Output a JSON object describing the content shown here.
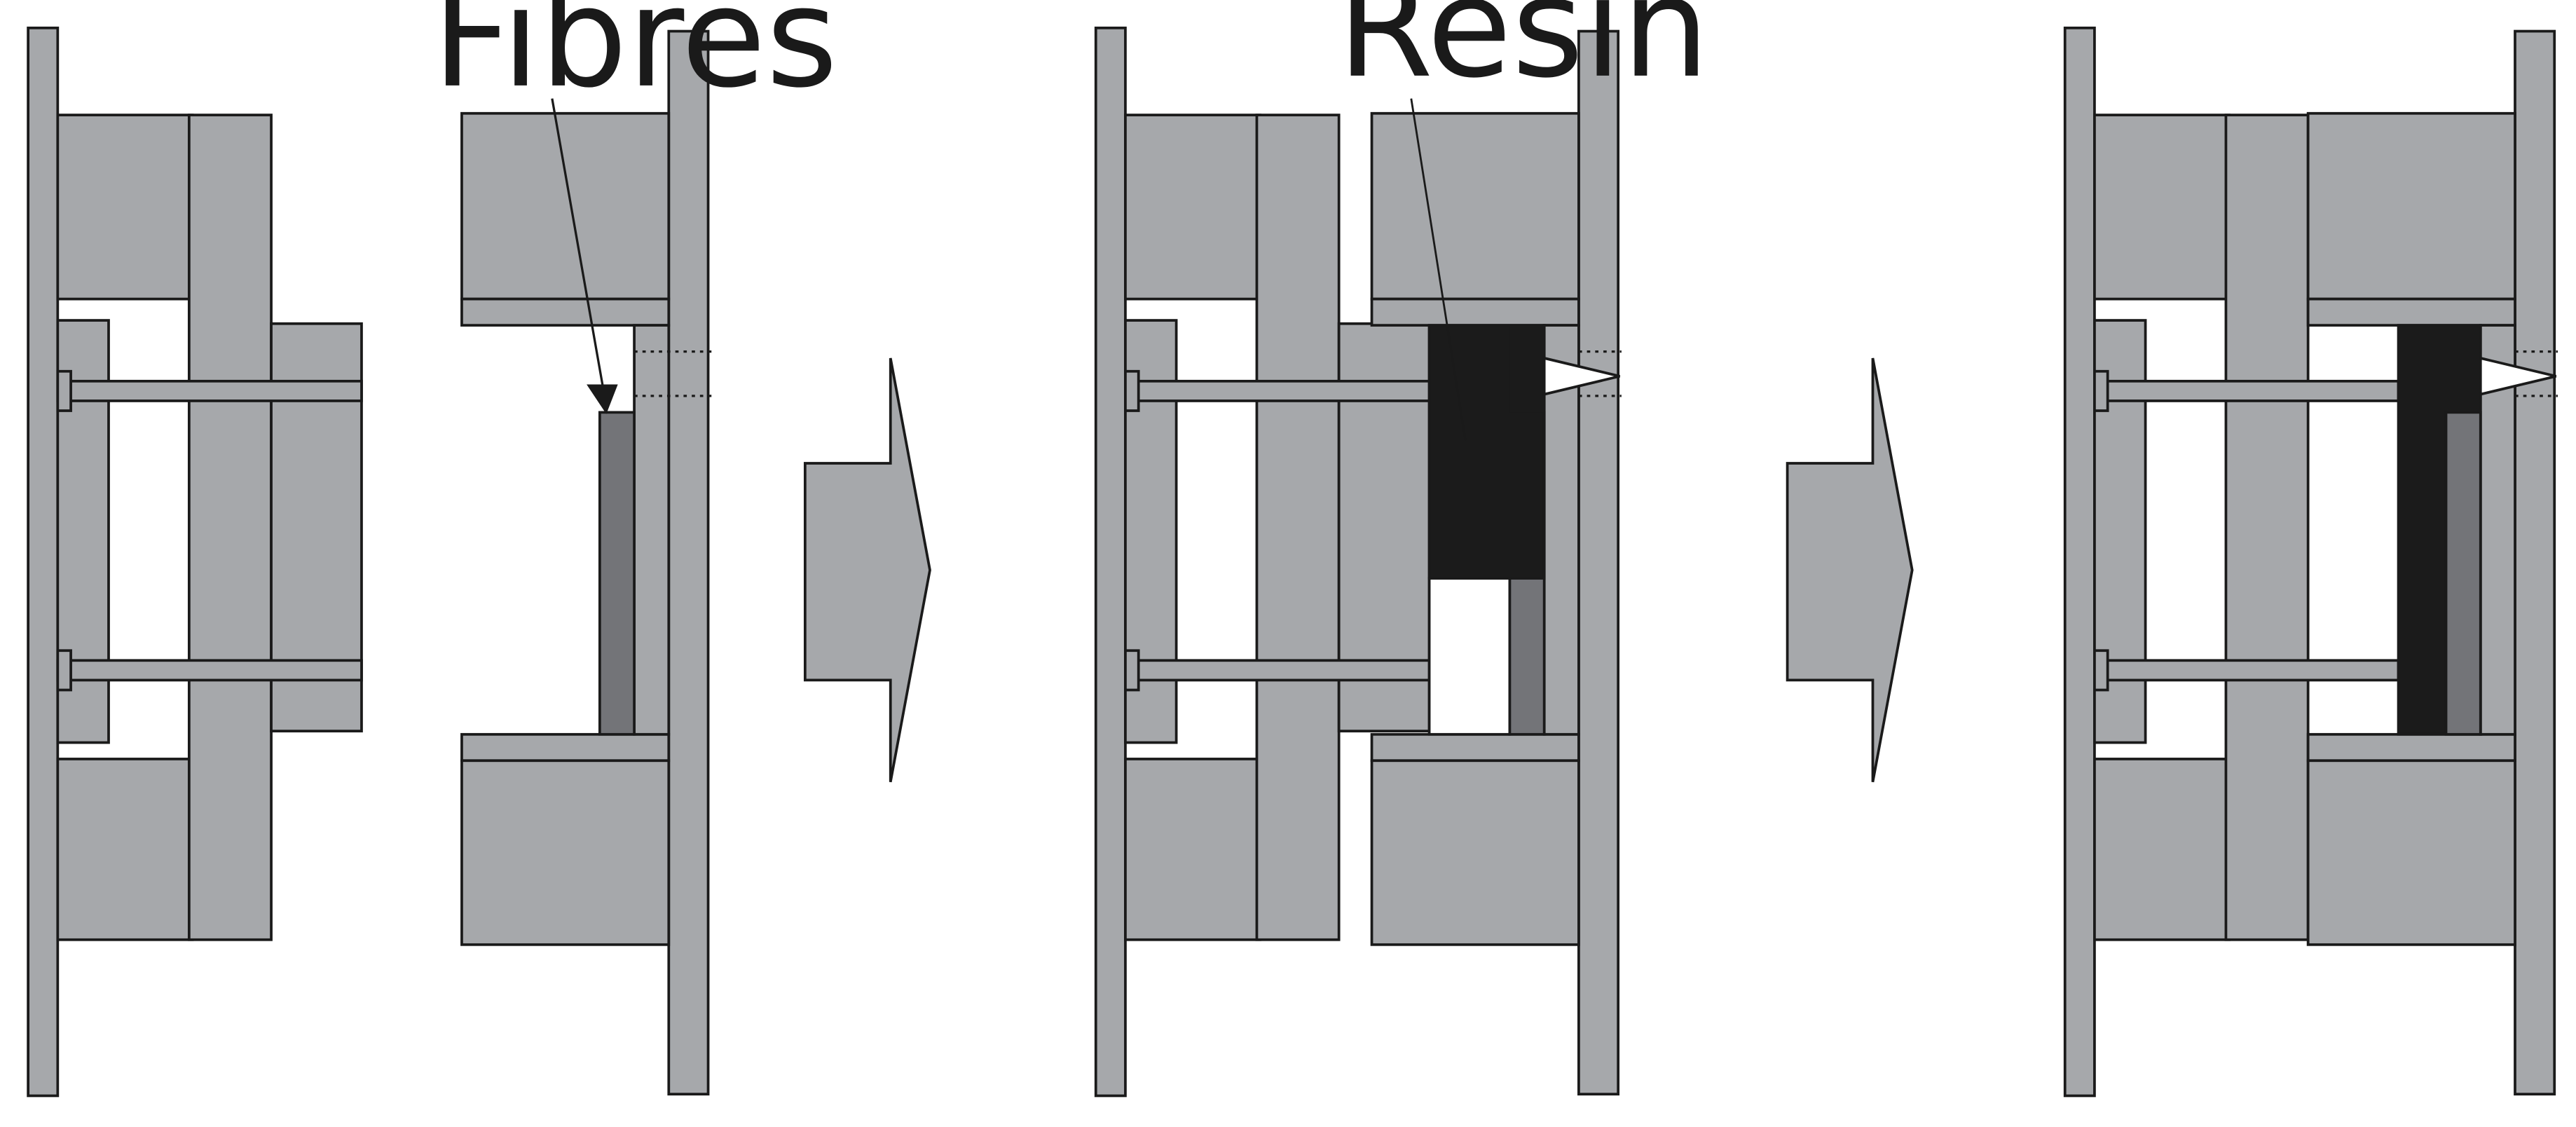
{
  "labels": {
    "fibres": "Fibres",
    "resin": "Resin"
  },
  "stages": [
    {
      "id": "stage-1",
      "state": "mould open, fibre preform placed"
    },
    {
      "id": "stage-2",
      "state": "mould closed, resin injected"
    },
    {
      "id": "stage-3",
      "state": "mould cavity filled"
    }
  ],
  "colors": {
    "steel": "#a6a8ab",
    "fibre": "#737478",
    "resin": "#1b1b1b",
    "outline": "#1a1a1a",
    "background": "#ffffff"
  },
  "icons": [
    "right-arrow-icon",
    "right-arrow-icon"
  ]
}
